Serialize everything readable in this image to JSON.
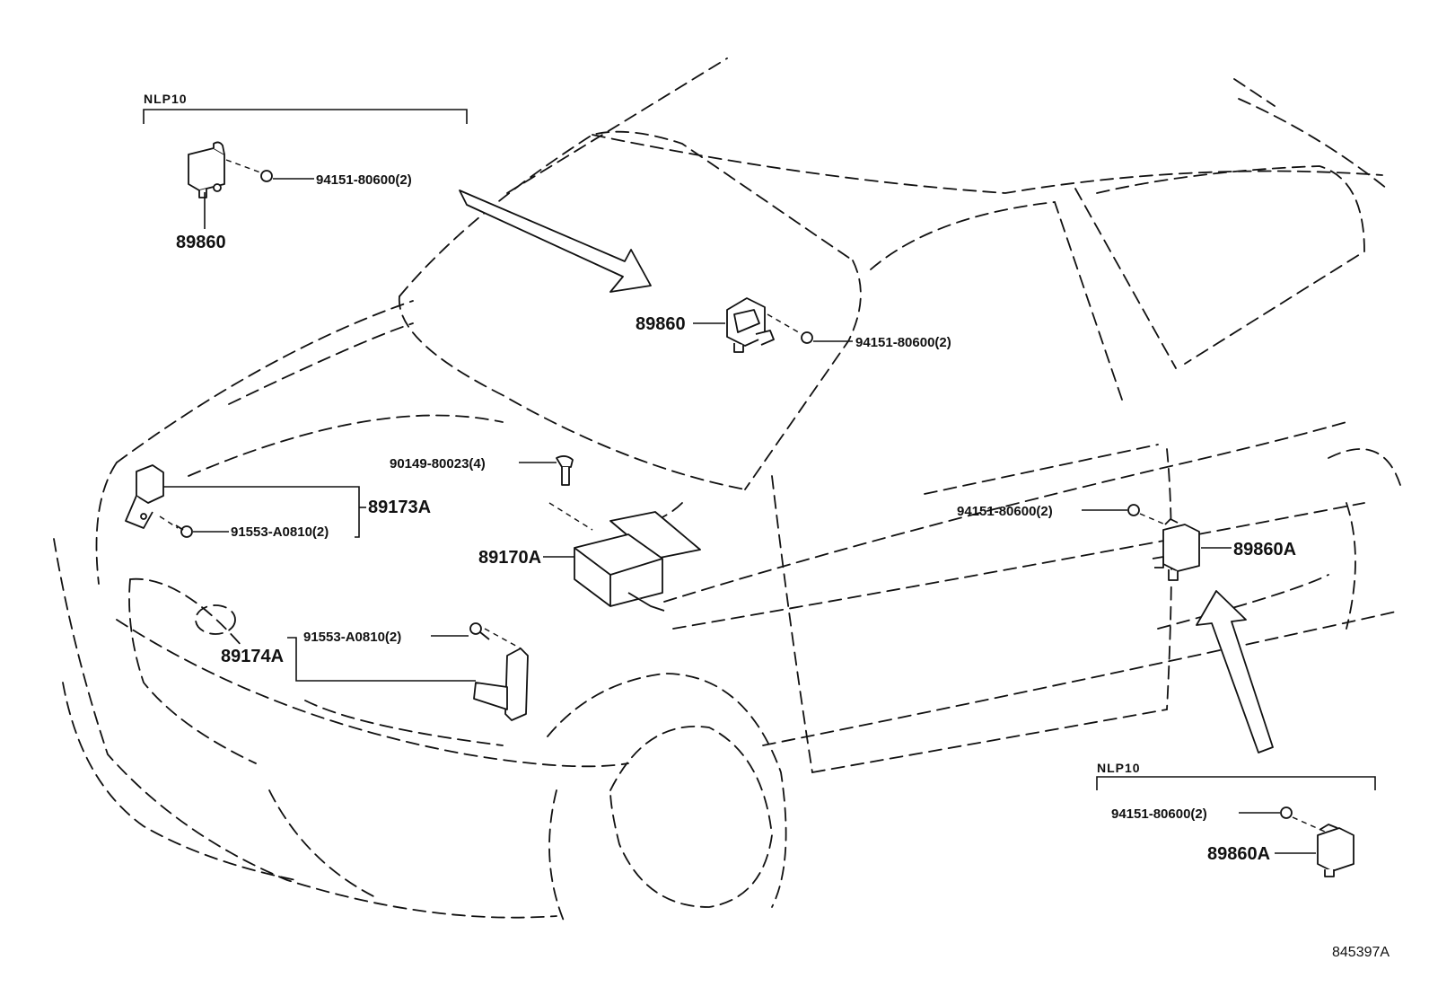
{
  "diagram": {
    "groups": [
      {
        "id": "top_left",
        "label": "NLP10"
      },
      {
        "id": "bottom_right",
        "label": "NLP10"
      }
    ],
    "parts": {
      "p89860_top": "89860",
      "p89860_mid": "89860",
      "p89860A_right": "89860A",
      "p89860A_bottom": "89860A",
      "p89173A": "89173A",
      "p89170A": "89170A",
      "p89174A": "89174A"
    },
    "fasteners": {
      "nut_top": "94151-80600(2)",
      "nut_mid": "94151-80600(2)",
      "nut_right": "94151-80600(2)",
      "nut_bottom": "94151-80600(2)",
      "bolt_ecu": "90149-80023(4)",
      "bolt_left": "91553-A0810(2)",
      "bolt_bracket": "91553-A0810(2)"
    },
    "reference_code": "845397A"
  }
}
